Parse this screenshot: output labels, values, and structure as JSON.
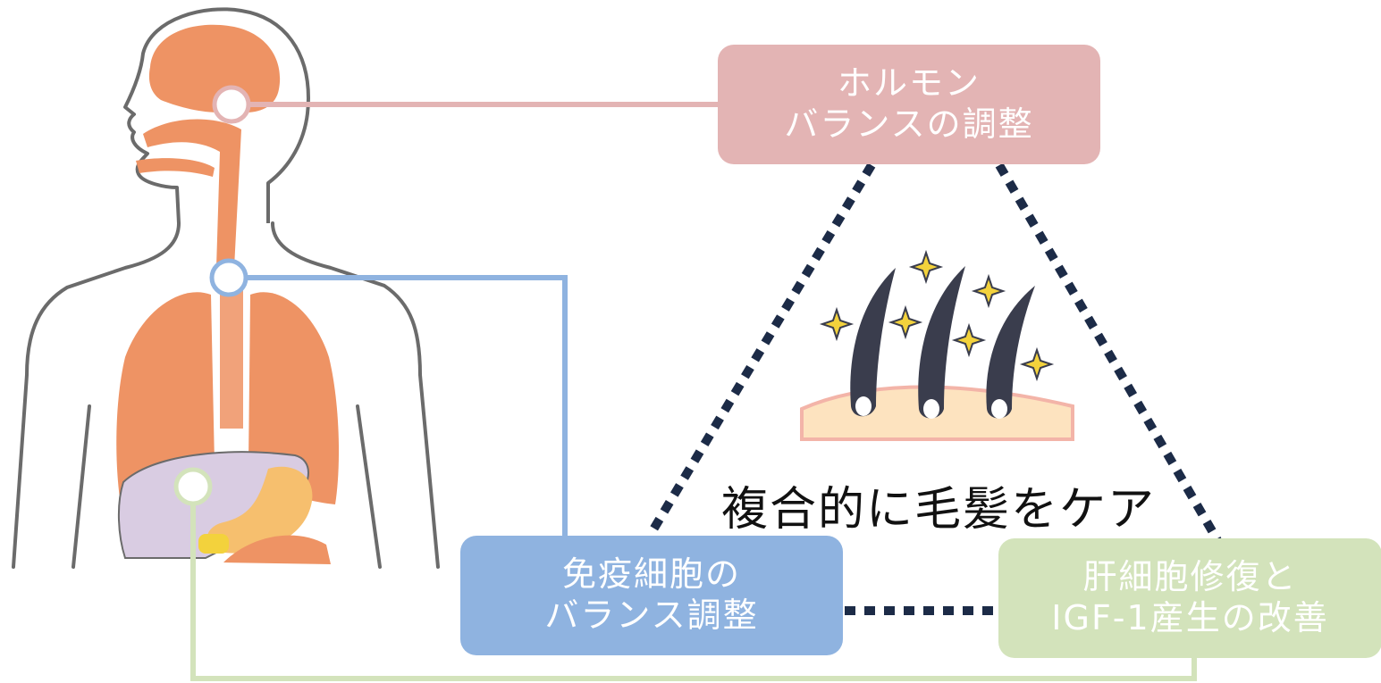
{
  "colors": {
    "hormone": "#e3b4b4",
    "immune": "#8fb3e0",
    "liver": "#d3e3bb",
    "dotted": "#1c2b47",
    "organ": "#ee9364",
    "outline": "#6b6b6b",
    "stomach": "#f6bf6e",
    "liver_organ": "#d9cce2",
    "skin": "#fde3bf",
    "skin_edge": "#f3b4a8",
    "hair": "#3a3d4d",
    "sparkle": "#f3d23c"
  },
  "boxes": {
    "hormone": {
      "line1": "ホルモン",
      "line2": "バランスの調整"
    },
    "immune": {
      "line1": "免疫細胞の",
      "line2": "バランス調整"
    },
    "liver": {
      "line1": "肝細胞修復と",
      "line2": "IGF-1産生の改善"
    }
  },
  "center_caption": "複合的に毛髪をケア",
  "icons": {
    "body": "human-body-organs-illustration",
    "hair": "hair-follicle-sparkle-illustration"
  }
}
